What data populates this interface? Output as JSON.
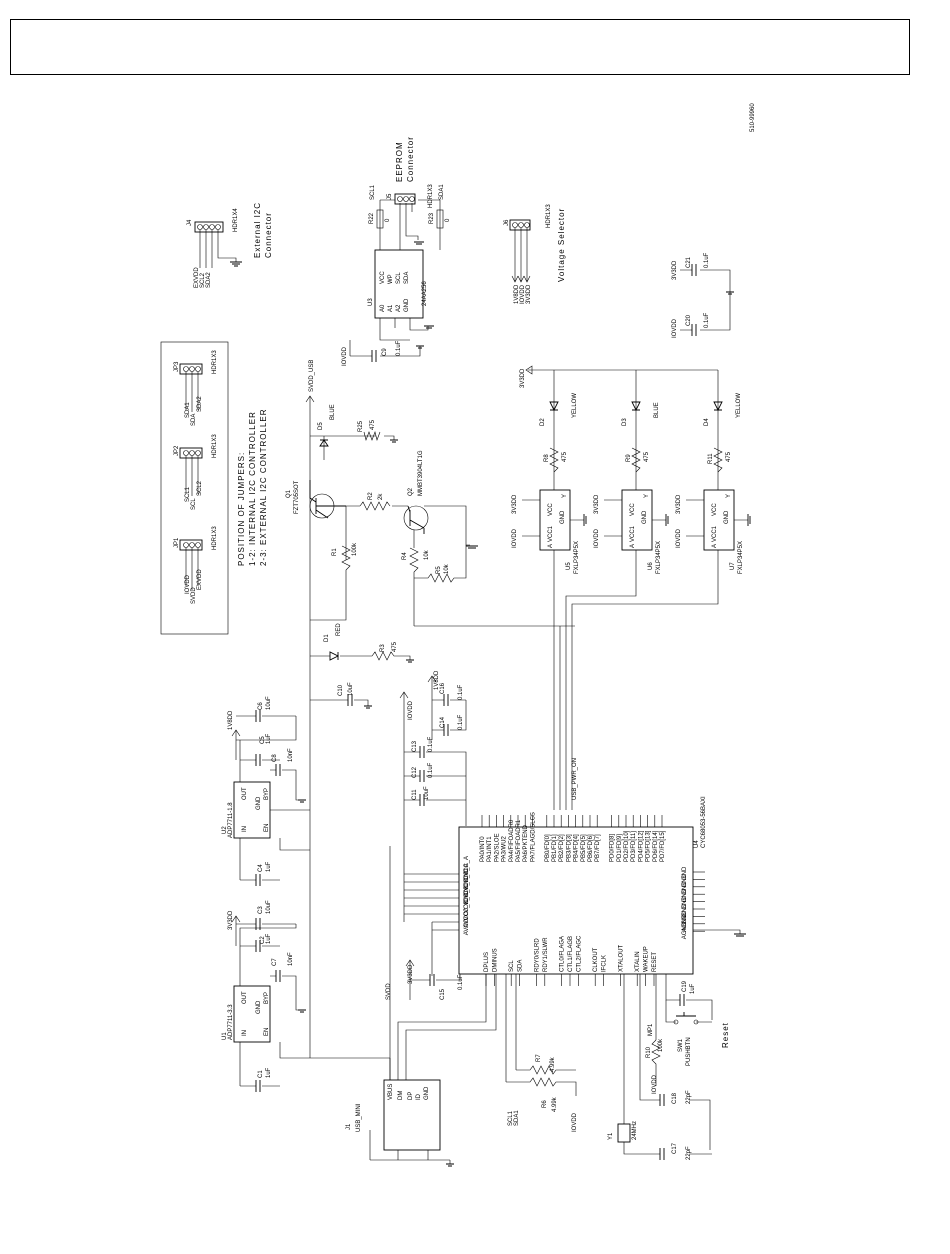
{
  "doc_number": "510-99960",
  "headers": {
    "ext_i2c": {
      "ref": "J4",
      "part": "HDR1X4",
      "pins": [
        "1",
        "2",
        "3",
        "4"
      ],
      "nets": [
        "EXVDD",
        "SCL2",
        "SDA2"
      ],
      "title": "External I2C",
      "title2": "Connector"
    },
    "eeprom": {
      "ref": "J5",
      "part": "HDR1X3",
      "pins": [
        "1",
        "2",
        "3"
      ],
      "title": "EEPROM",
      "title2": "Connector"
    },
    "vsel": {
      "ref": "J6",
      "part": "HDR1X3",
      "pins": [
        "1",
        "2",
        "3"
      ],
      "nets": [
        "1V8DD",
        "IOVDD",
        "3V3DD"
      ],
      "title": "Voltage Selector"
    },
    "jp1": {
      "ref": "JP1",
      "part": "HDR1X3",
      "nets": [
        "IOVDD",
        "SVDD",
        "EXVDD"
      ]
    },
    "jp2": {
      "ref": "JP2",
      "part": "HDR1X3",
      "nets": [
        "SCL1",
        "SCL",
        "SCL2"
      ]
    },
    "jp3": {
      "ref": "JP3",
      "part": "HDR1X3",
      "nets": [
        "SDA1",
        "SDA",
        "SDA2"
      ]
    }
  },
  "jumper_note": {
    "line1": "POSITION OF JUMPERS:",
    "line2": "1-2: INTERNAL I2C CONTROLLER",
    "line3": "2-3: EXTERNAL I2C CONTROLLER"
  },
  "eeprom_ic": {
    "ref": "U3",
    "part": "24AA256",
    "pins_left": [
      "A0",
      "A1",
      "A2",
      "GND"
    ],
    "pins_right": [
      "VCC",
      "WP",
      "SCL",
      "SDA"
    ],
    "r22": "R22",
    "r22v": "0",
    "r23": "R23",
    "r23v": "0",
    "scl": "SCL1",
    "sda": "SDA1",
    "c9": "C9",
    "c9v": "0.1uF",
    "iovdd": "IOVDD"
  },
  "decoupling": {
    "c21": "C21",
    "c21v": "0.1uF",
    "c20": "C20",
    "c20v": "0.1uF",
    "n3v3": "3V3DD",
    "niovdd": "IOVDD"
  },
  "usb_switch": {
    "net": "SVDD_USB",
    "q1": "Q1",
    "q1p": "FZT705SOT",
    "q2": "Q2",
    "q2p": "MMBT3904LT1G",
    "d5": "D5",
    "d5c": "BLUE",
    "r25": "R25",
    "r25v": "475",
    "r1": "R1",
    "r1v": "100k",
    "r2": "R2",
    "r2v": "2k",
    "r4": "R4",
    "r4v": "10k",
    "r5": "R5",
    "r5v": "10k"
  },
  "leds": [
    {
      "d": "D2",
      "color": "YELLOW",
      "r": "R8",
      "rv": "475",
      "u": "U5",
      "part": "FXLP34P5X"
    },
    {
      "d": "D3",
      "color": "BLUE",
      "r": "R9",
      "rv": "475",
      "u": "U6",
      "part": "FXLP34P5X"
    },
    {
      "d": "D4",
      "color": "YELLOW",
      "r": "R11",
      "rv": "475",
      "u": "U7",
      "part": "FXLP34P5X"
    }
  ],
  "buffer_pins": {
    "vcc": "VCC",
    "vcc1": "VCC1",
    "gnd": "GND",
    "a": "A",
    "y": "Y",
    "n3v3": "3V3DD",
    "niovdd": "IOVDD"
  },
  "power_led": {
    "d": "D1",
    "color": "RED",
    "r": "R3",
    "rv": "475"
  },
  "caps": {
    "c10": "C10",
    "c10v": "10uF",
    "c16": "C16",
    "c16v": "0.1uF",
    "c14": "C14",
    "c14v": "0.1uF",
    "c13": "C13",
    "c13v": "0.1uF",
    "c12": "C12",
    "c12v": "0.1uF",
    "c11": "C11",
    "c11v": "10uF",
    "c15": "C15",
    "c15v": "0.1uF",
    "n1v8": "1V8DD",
    "niovdd": "IOVDD",
    "n3v3": "3V3DD"
  },
  "regulators": [
    {
      "ref": "U2",
      "part": "ADP7711-1.8",
      "out_net": "1V8DD",
      "cin": "C4",
      "cinv": "1uF",
      "cout": "C5",
      "coutv": "1uF",
      "cbyp": "C8",
      "cbypv": "10nF",
      "cbulk": "C6",
      "cbulkv": "10uF"
    },
    {
      "ref": "U1",
      "part": "ADP7711-3.3",
      "out_net": "3V3DD",
      "cin": "C1",
      "cinv": "1uF",
      "cout": "C2",
      "coutv": "1uF",
      "cbyp": "C7",
      "cbypv": "10nF",
      "cbulk": "C3",
      "cbulkv": "10uF"
    }
  ],
  "reg_pins": {
    "in": "IN",
    "out": "OUT",
    "gnd": "GND",
    "byp": "BYP",
    "en": "EN",
    "svdd": "SVDD"
  },
  "usb": {
    "ref": "J1",
    "part": "USB_MINI",
    "pins": [
      "VBUS",
      "DM",
      "DP",
      "ID",
      "GND"
    ]
  },
  "mcu": {
    "ref": "U4",
    "part": "CYC68053-56BAXI",
    "left_pins": [
      "PA0/INT0",
      "PA1/INT1",
      "PA2/SLOE",
      "PA3/WU2",
      "PA4/FIFOADR0",
      "PA5/FIFOADR1",
      "PA6/PKTEND",
      "PA7/FLAGD/SLCS",
      "",
      "PB0/FD[0]",
      "PB1/FD[1]",
      "PB2/FD[2]",
      "PB3/FD[3]",
      "PB4/FD[4]",
      "PB5/FD[5]",
      "PB6/FD[6]",
      "PB7/FD[7]",
      "",
      "PD0/FD[8]",
      "PD1/FD[9]",
      "PD2/FD[10]",
      "PD3/FD[11]",
      "PD4/FD[12]",
      "PD5/FD[13]",
      "PD6/FD[14]",
      "PD7/FD[15]"
    ],
    "supply_pins": [
      "VCC_A",
      "VCC_A",
      "VCC_IO",
      "VCC_IO",
      "VCC_IO",
      "VCC_IO",
      "VCC_IO",
      "AVCC",
      "AVCC"
    ],
    "gnd_pins": [
      "GND",
      "GND",
      "GND",
      "GND",
      "GND",
      "GND",
      "GND",
      "AGND",
      "AGND"
    ],
    "bottom_pins": [
      "DPLUS",
      "DMINUS",
      "",
      "SCL",
      "SDA",
      "",
      "RDY0/SLRD",
      "RDY1/SLWR",
      "",
      "CTL0/FLAGA",
      "CTL1/FLAGB",
      "CTL2/FLAGC",
      "",
      "CLKOUT",
      "IFCLK",
      "",
      "XTALOUT",
      "",
      "XTALIN",
      "WAKEUP",
      "RESET"
    ],
    "net_usb_pwr": "USB_PWR_ON"
  },
  "crystal": {
    "ref": "Y1",
    "value": "24MHz",
    "c17": "C17",
    "c17v": "22pF",
    "c18": "C18",
    "c18v": "22pF"
  },
  "reset": {
    "sw": "SW1",
    "swp": "PUSHBTN",
    "r10": "R10",
    "r10v": "100k",
    "c19": "C19",
    "c19v": "1uF",
    "mp": "MP1",
    "label": "Reset",
    "iovdd": "IOVDD"
  },
  "i2c_pullups": {
    "r6": "R6",
    "r6v": "4.99k",
    "r7": "R7",
    "r7v": "4.99k",
    "scl": "SCL1",
    "sda": "SDA1",
    "iovdd": "IOVDD"
  }
}
